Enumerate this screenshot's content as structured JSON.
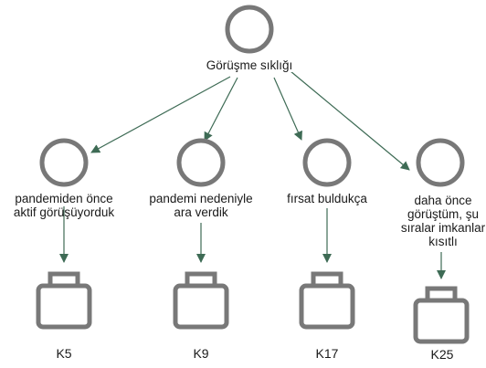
{
  "diagram": {
    "root": {
      "label": "Görüşme sıklığı"
    },
    "codes": [
      {
        "label_lines": [
          "pandemiden önce",
          "aktif görüşüyorduk"
        ],
        "case": "K5"
      },
      {
        "label_lines": [
          "pandemi nedeniyle",
          "ara verdik"
        ],
        "case": "K9"
      },
      {
        "label_lines": [
          "fırsat buldukça"
        ],
        "case": "K17"
      },
      {
        "label_lines": [
          "daha önce",
          "görüştüm, şu",
          "sıralar imkanlar",
          "kısıtlı"
        ],
        "case": "K25"
      }
    ]
  },
  "style": {
    "node_color": "#787878",
    "arrow_color": "#3e6b55",
    "text_color": "#1a1a1a"
  }
}
